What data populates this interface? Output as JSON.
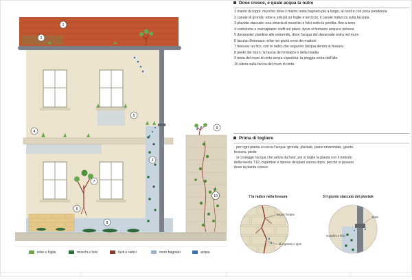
{
  "right_panel": {
    "section1_title": "Dove cresce, e quale acqua la nutre",
    "items": [
      "1 manto di coppi: muschio dove il manto resta bagnato più a lungo, al nord e con poca pendenza",
      "2 canale di gronda: erbe e arbusti su foglie e terriccio; il canale trabocca sulla facciata",
      "3 pluviale staccato: una striscia di muschio e felci sotto la perdita, fino a terra",
      "4 cornicione e marcapiano: ciuffi sul piano, dove si fermano acqua e polvere",
      "5 davanzale: piantine alle estremità, dove l'acqua del davanzale entra nel muro",
      "6 lacuna d'intonaco: erbe nei giunti erosi dei mattoni",
      "7 fessura: un fico, con le radici che seguono l'acqua dentro la fessura",
      "8 piede del muro: la fascia del rimbalzo e della risalita",
      "9 testa del muro di cinta senza copertina: la pioggia entra dall'alto",
      "10 edera sulla faccia del muro di cinta"
    ],
    "section2_title": "Prima di togliere",
    "items2": [
      "per ogni pianta si cerca l'acqua: gronda, pluviale, piano orizzontale, giunto, fessura, piede",
      "si corregge l'acqua che arriva da fuori, poi si toglie la pianta con il metodo della tavola T10; copertine e riprese dei piani vanno dopo, perché si posano dove la pianta cresce"
    ]
  },
  "detail_left": {
    "title": "7 la radice nella fessura",
    "label_top": "segue l'acqua",
    "label_bottom": "al ingresso e apre"
  },
  "detail_right": {
    "title": "3 il giunto staccato del pluviale",
    "label_top": "sfiato",
    "label_bottom": "muschio e felci"
  },
  "callouts": [
    "1",
    "2",
    "3",
    "4",
    "5",
    "6",
    "7",
    "8",
    "9",
    "10"
  ],
  "legend": [
    {
      "label": "erbe e foglie",
      "color": "#6aa84f"
    },
    {
      "label": "muschi e felci",
      "color": "#2e6b3a"
    },
    {
      "label": "fusti e radici",
      "color": "#8b3a2a"
    },
    {
      "label": "muro bagnato",
      "color": "#9fb4c8"
    },
    {
      "label": "acqua",
      "color": "#3a6fb0"
    }
  ],
  "colors": {
    "roof": "#c1552f",
    "facade": "#ede4cf",
    "wet_wall": "#c8d5df",
    "stone_wall": "#ddd3bf",
    "gutter": "#7a8088"
  }
}
